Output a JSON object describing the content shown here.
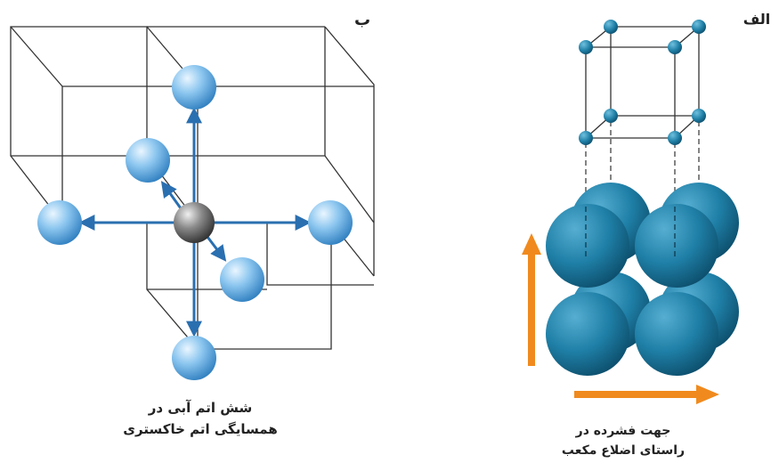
{
  "panel_b": {
    "label": "ب",
    "caption_line1": "شش اتم آبی در",
    "caption_line2": "همسایگی اتم خاکستری"
  },
  "panel_a": {
    "label": "الف",
    "caption_line1": "جهت فشرده در",
    "caption_line2": "راستای اضلاع مکعب"
  },
  "colors": {
    "blue_atom": "#5aa6dc",
    "teal_sphere": "#1f7fa6",
    "gray_atom": "#7a7a7a",
    "arrow_blue": "#2a6fb0",
    "arrow_orange": "#f08a1e",
    "edge": "#333333"
  }
}
